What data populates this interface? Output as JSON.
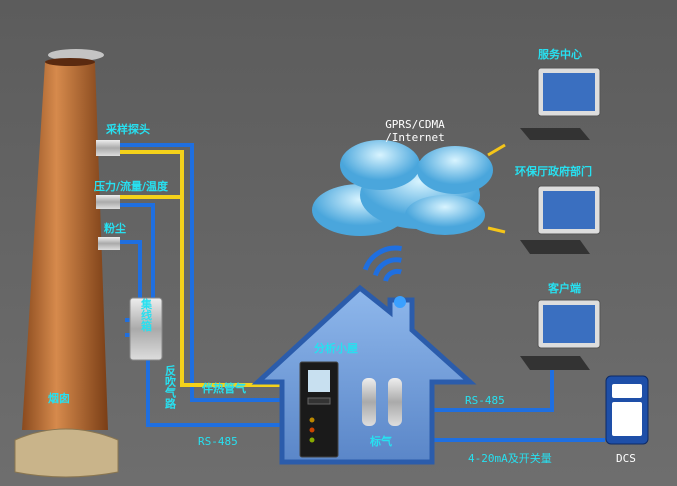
{
  "chimney": {
    "label": "烟囱"
  },
  "sensors": {
    "sampling_probe": "采样探头",
    "pressure_flow_temp": "压力/流量/温度",
    "dust": "粉尘"
  },
  "junction_box": {
    "label": "集线箱"
  },
  "backflush": {
    "label": "反吹气路"
  },
  "heat_trace": {
    "label": "伴热管气"
  },
  "rs485_left": "RS-485",
  "analysis_house": {
    "label": "分析小屋",
    "cal_gas": "标气"
  },
  "network": {
    "label_line1": "GPRS/CDMA",
    "label_line2": "/Internet"
  },
  "clients": [
    {
      "label": "服务中心"
    },
    {
      "label": "环保厅政府部门"
    },
    {
      "label": "客户端"
    }
  ],
  "rs485_right": "RS-485",
  "analog_io": "4-20mA及开关量",
  "dcs": {
    "label": "DCS"
  },
  "colors": {
    "background": "#666666",
    "pipe_blue": "#1f6fe0",
    "pipe_yellow": "#f5d21a",
    "label_cyan": "#27e0f0",
    "house": "#6a9ad8"
  }
}
